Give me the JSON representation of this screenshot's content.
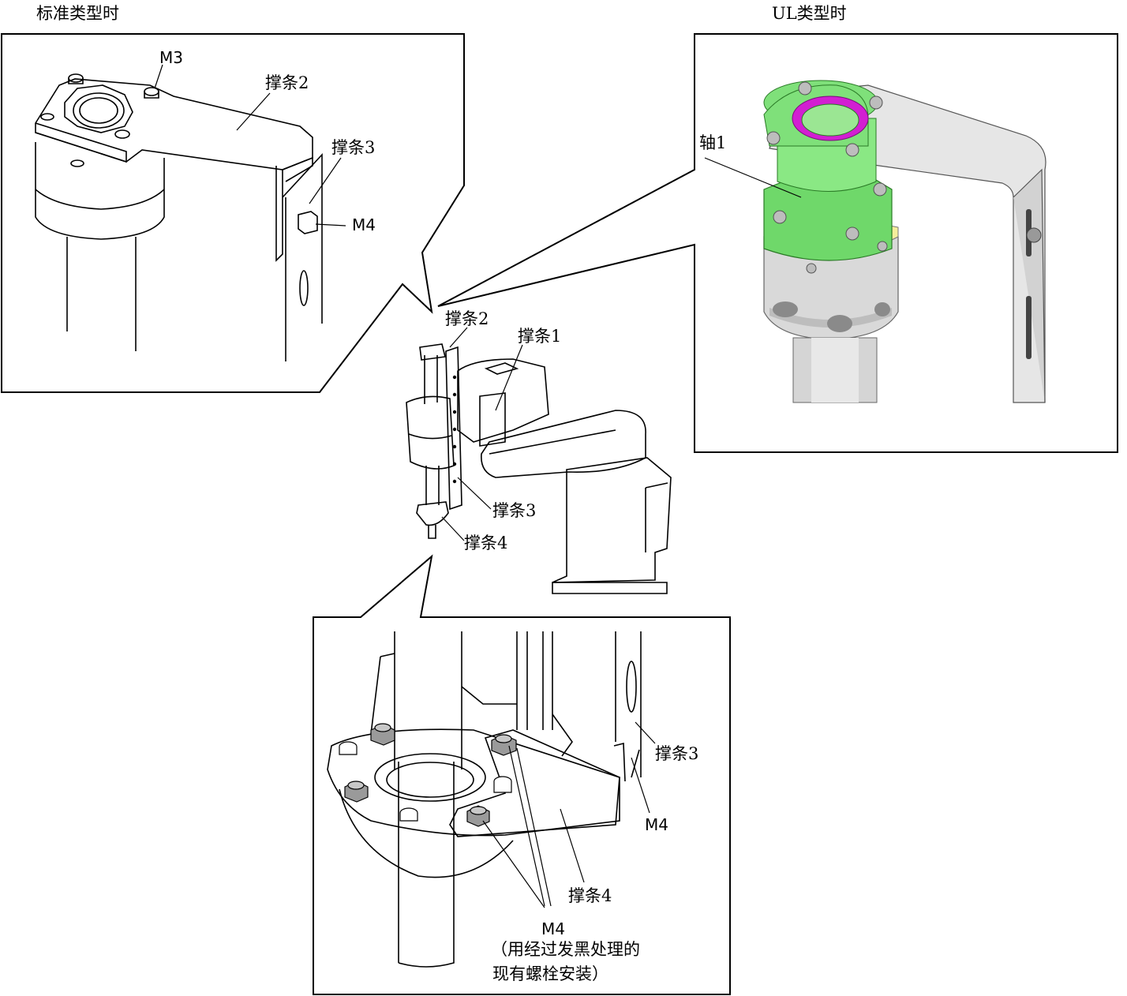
{
  "headings": {
    "standard": "标准类型时",
    "ul": "UL类型时"
  },
  "labels": {
    "m3": "M3",
    "m4": "M4",
    "strut1": "撑条1",
    "strut2": "撑条2",
    "strut3": "撑条3",
    "strut4": "撑条4",
    "shaft1": "轴1",
    "note_line1": "（用经过发黑处理的",
    "note_line2": "现有螺栓安装）"
  },
  "colors": {
    "shaft_green": "#7fe07a",
    "shaft_green_dark": "#3fae3a",
    "ring_magenta": "#d21fd2",
    "washer_yellow": "#f4ee9c",
    "bracket_grey": "#e6e6e6",
    "metal_grey": "#cfcfcf",
    "bolt_grey": "#9a9a9a"
  }
}
